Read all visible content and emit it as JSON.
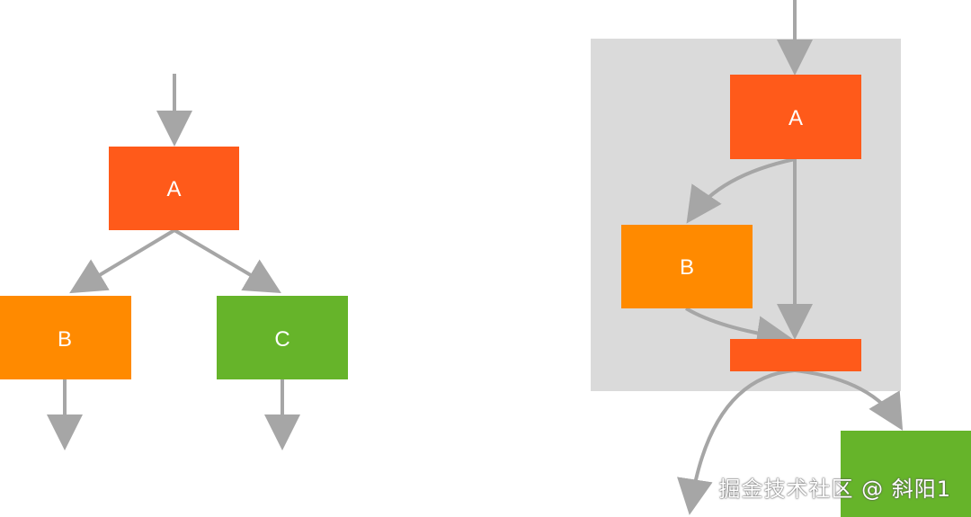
{
  "colors": {
    "node_a": "#ff5a1a",
    "node_b": "#ff8a00",
    "node_c": "#66b42a",
    "group_bg": "#dadada",
    "edge": "#a6a6a6",
    "label": "#ffffff"
  },
  "left_diagram": {
    "nodes": [
      {
        "id": "A",
        "label": "A",
        "color": "node_a"
      },
      {
        "id": "B",
        "label": "B",
        "color": "node_b"
      },
      {
        "id": "C",
        "label": "C",
        "color": "node_c"
      }
    ],
    "edges": [
      {
        "from": "entry",
        "to": "A"
      },
      {
        "from": "A",
        "to": "B"
      },
      {
        "from": "A",
        "to": "C"
      },
      {
        "from": "B",
        "to": "exit"
      },
      {
        "from": "C",
        "to": "exit"
      }
    ]
  },
  "right_diagram": {
    "nodes": [
      {
        "id": "A",
        "label": "A",
        "color": "node_a"
      },
      {
        "id": "B",
        "label": "B",
        "color": "node_b"
      },
      {
        "id": "join",
        "label": "",
        "color": "node_a"
      },
      {
        "id": "next",
        "label": "",
        "color": "node_c"
      }
    ],
    "edges": [
      {
        "from": "entry",
        "to": "A"
      },
      {
        "from": "A",
        "to": "B"
      },
      {
        "from": "A",
        "to": "join"
      },
      {
        "from": "B",
        "to": "join"
      },
      {
        "from": "join",
        "to": "exit"
      },
      {
        "from": "join",
        "to": "next"
      }
    ]
  },
  "watermark": "掘金技术社区 @ 斜阳1"
}
